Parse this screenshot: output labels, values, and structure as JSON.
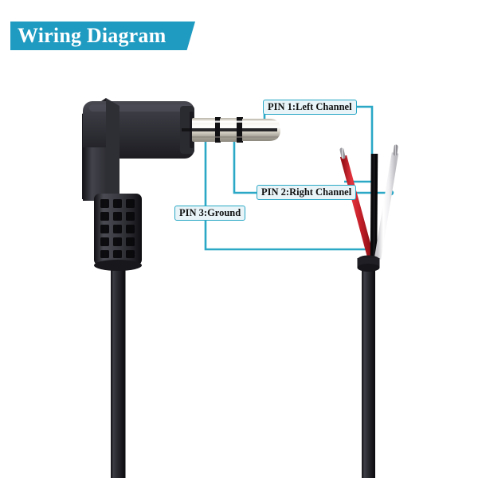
{
  "banner": {
    "title": "Wiring Diagram",
    "background_color": "#1f9bc1",
    "text_color": "#ffffff"
  },
  "labels": {
    "pin1": "PIN 1:Left Channel",
    "pin2": "PIN 2:Right Channel",
    "pin3": "PIN 3:Ground"
  },
  "colors": {
    "leader_line": "#2aa8c6",
    "label_fill": "#e8f4f8",
    "label_border": "#2aa8c6",
    "wire_red": "#d8313a",
    "wire_black": "#15151a",
    "wire_white": "#f2f2f2",
    "cable_jacket": "#26262c",
    "plug_body": "#34343a",
    "plug_metal": "#d8d4cb"
  },
  "diagram": {
    "connector_type": "3.5mm right-angle TRS plug",
    "wire_count": 3,
    "wires": [
      {
        "name": "red-wire",
        "color_name": "red",
        "pin": "PIN 1:Left Channel"
      },
      {
        "name": "black-wire",
        "color_name": "black",
        "pin": "PIN 3:Ground"
      },
      {
        "name": "white-wire",
        "color_name": "white",
        "pin": "PIN 2:Right Channel"
      }
    ]
  }
}
